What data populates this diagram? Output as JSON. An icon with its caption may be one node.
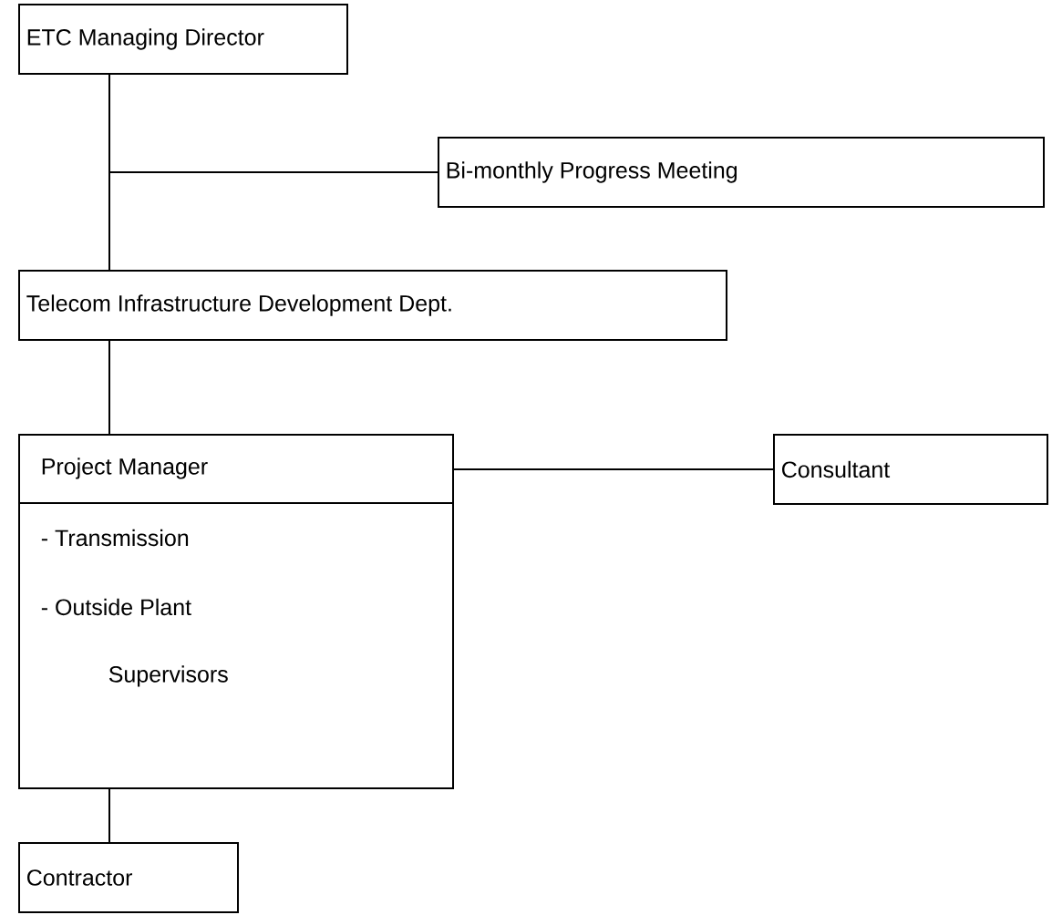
{
  "diagram": {
    "nodes": [
      {
        "text": [
          "ETC Managing Director"
        ]
      },
      {
        "text": [
          "Bi-monthly Progress Meeting"
        ]
      },
      {
        "text": [
          "Telecom Infrastructure Development Dept."
        ]
      },
      {
        "text": [
          "Project Manager",
          "- Transmission",
          "- Outside Plant",
          "Supervisors"
        ]
      },
      {
        "text": [
          "Consultant"
        ]
      },
      {
        "text": [
          "Contractor"
        ]
      }
    ],
    "edges": [
      {
        "from": 0,
        "to": 2,
        "arrow": "none"
      },
      {
        "from": 0,
        "to": 1,
        "arrow": "none"
      },
      {
        "from": 2,
        "to": 3,
        "arrow": "none"
      },
      {
        "from": 3,
        "to": 4,
        "arrow": "none"
      },
      {
        "from": 3,
        "to": 5,
        "arrow": "none"
      }
    ]
  }
}
